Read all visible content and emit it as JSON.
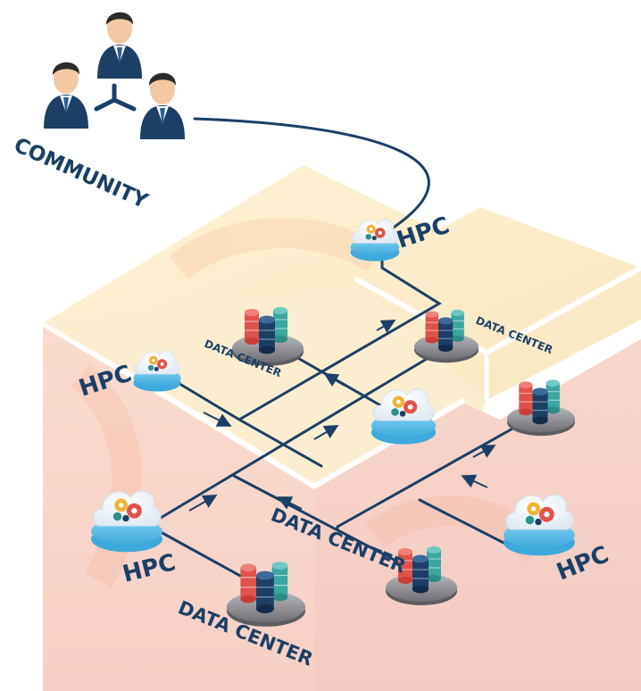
{
  "community": {
    "label": "COMMUNITY"
  },
  "labels": {
    "hpc_top": "HPC",
    "hpc_left": "HPC",
    "hpc_bottom_left": "HPC",
    "hpc_right": "HPC",
    "dc_upper_mid": "DATA CENTER",
    "dc_upper_right": "DATA CENTER",
    "dc_center": "DATA CENTER",
    "dc_bottom": "DATA CENTER"
  },
  "colors": {
    "line": "#1b3f66",
    "label": "#1b3f66",
    "cube_top": "#fbefc9",
    "cube_left": "#f7d6cb",
    "cube_right": "#f5cfc9",
    "cloud_base": "#5bbde6",
    "cylinder_red": "#e0524a",
    "cylinder_navy": "#1b3f66",
    "cylinder_teal": "#3aa7a0"
  }
}
